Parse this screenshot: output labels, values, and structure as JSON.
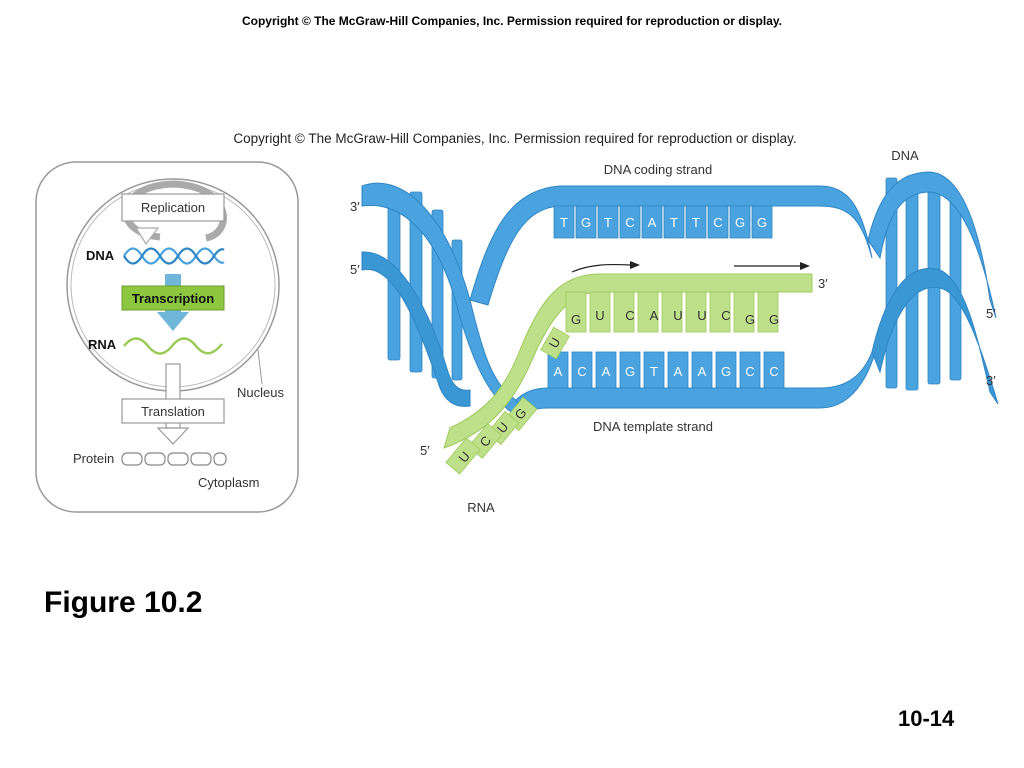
{
  "slide": {
    "copyright": "Copyright  © The McGraw-Hill Companies, Inc.  Permission required for reproduction or display.",
    "figure_title": "Figure 10.2",
    "page_number": "10-14"
  },
  "figure": {
    "copyright": "Copyright © The McGraw-Hill Companies, Inc. Permission required for reproduction or display.",
    "overview": {
      "replication": "Replication",
      "dna": "DNA",
      "transcription": "Transcription",
      "rna": "RNA",
      "nucleus": "Nucleus",
      "translation": "Translation",
      "protein": "Protein",
      "cytoplasm": "Cytoplasm"
    },
    "helix": {
      "dna_label": "DNA",
      "coding_strand": "DNA coding strand",
      "template_strand": "DNA template strand",
      "rna_label": "RNA",
      "left_top_end": "3′",
      "left_bottom_end": "5′",
      "right_top_end": "5′",
      "right_bottom_end": "3′",
      "rna_3_end": "3′",
      "rna_5_end": "5′",
      "coding_bases": [
        "T",
        "G",
        "T",
        "C",
        "A",
        "T",
        "T",
        "C",
        "G",
        "G"
      ],
      "template_bases": [
        "A",
        "C",
        "A",
        "G",
        "T",
        "A",
        "A",
        "G",
        "C",
        "C"
      ],
      "rna_bases": [
        "G",
        "U",
        "C",
        "A",
        "U",
        "U",
        "C",
        "G",
        "G"
      ],
      "rna_tail_bases": [
        "U",
        "G",
        "U",
        "C",
        "U"
      ]
    },
    "colors": {
      "dna_blue": "#4aa3df",
      "dna_blue_dark": "#2f86c4",
      "rna_green": "#bfe08a",
      "rna_green_dark": "#9ccb5a",
      "transcription_box": "#8dc63f",
      "arrow_blue": "#6fb6d9"
    }
  }
}
